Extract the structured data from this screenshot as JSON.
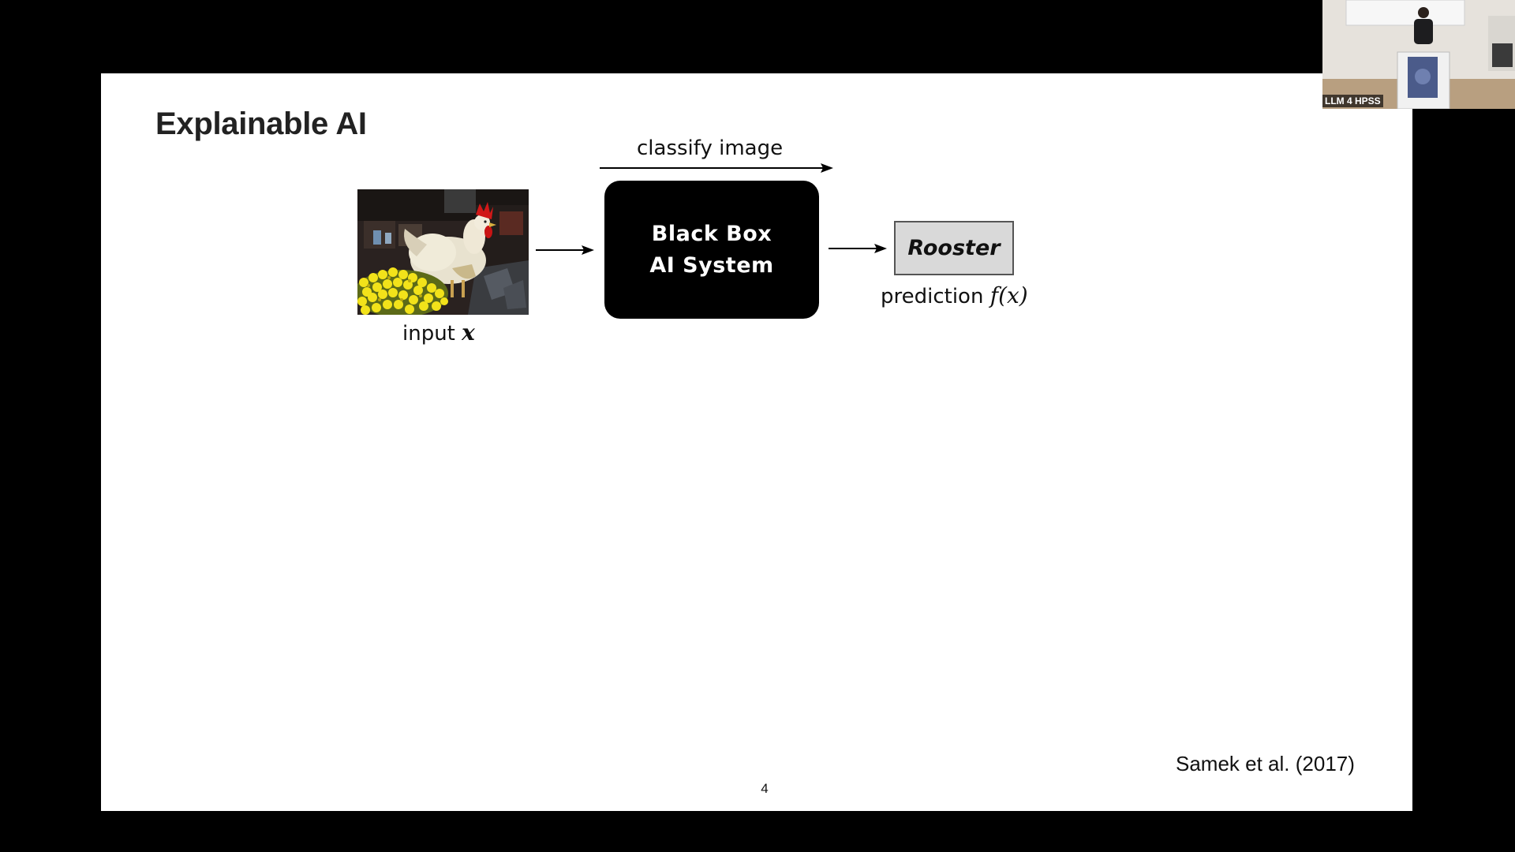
{
  "slide": {
    "title": "Explainable AI",
    "page_number": "4",
    "citation": "Samek et al. (2017)"
  },
  "diagram": {
    "top_arrow_label": "classify image",
    "input_label": "input",
    "input_variable": "x",
    "black_box_line1": "Black Box",
    "black_box_line2": "AI System",
    "prediction_value": "Rooster",
    "prediction_label": "prediction",
    "prediction_function": "f(x)"
  },
  "webcam": {
    "label": "LLM 4 HPSS"
  }
}
